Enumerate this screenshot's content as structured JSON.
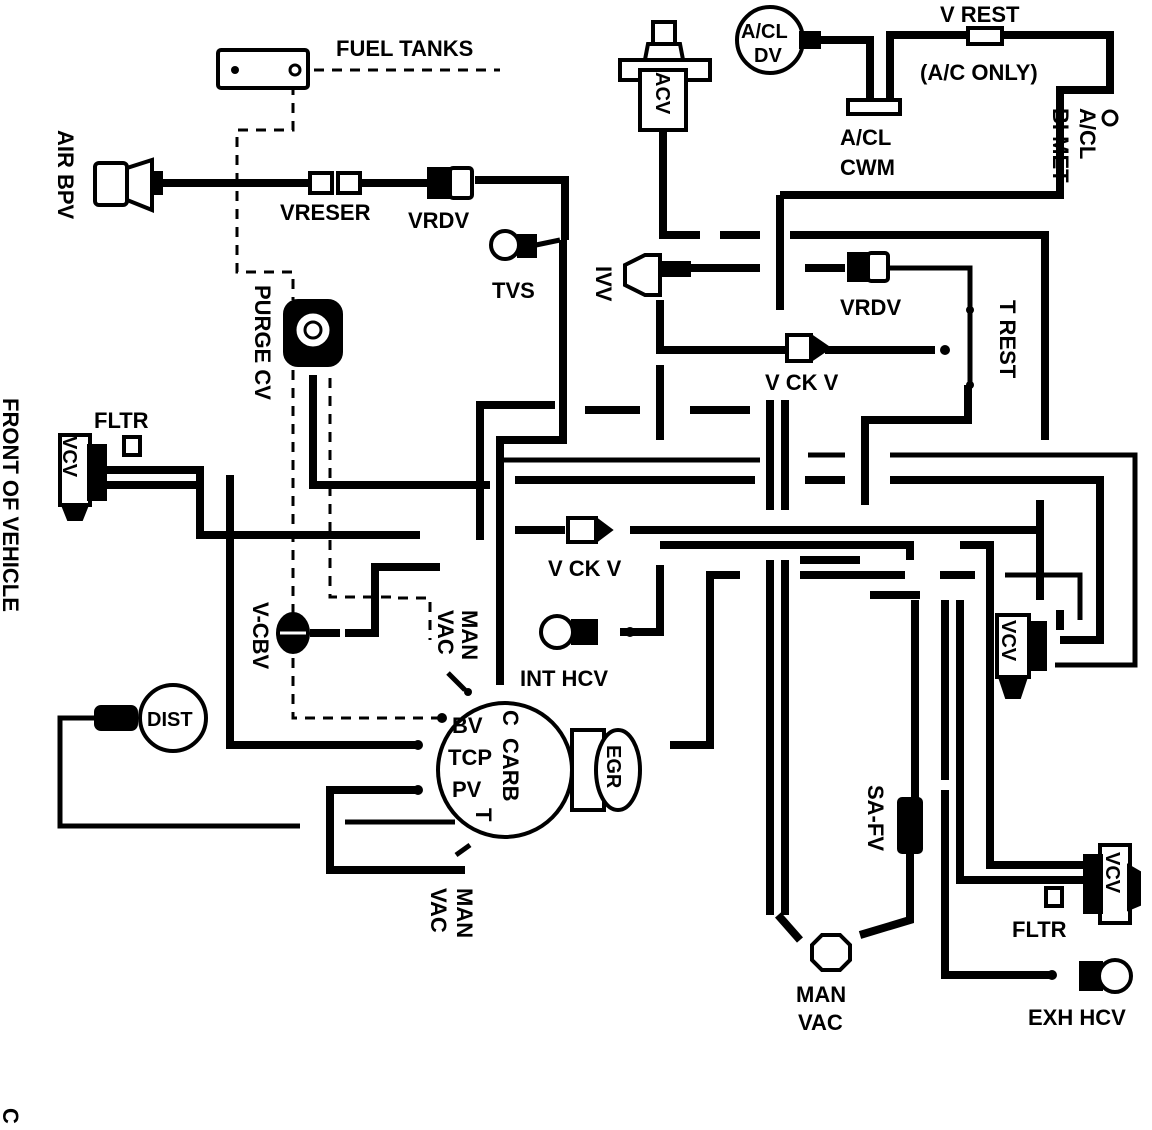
{
  "labels": {
    "fuel_tanks": "FUEL TANKS",
    "air_bpv": "AIR BPV",
    "vreser": "VRESER",
    "vrdv_left": "VRDV",
    "tvs": "TVS",
    "purge_cv": "PURGE CV",
    "front_of_vehicle": "FRONT OF VEHICLE",
    "fltr_left": "FLTR",
    "vcv_left": "VCV",
    "v_cbv": "V-CBV",
    "man_vac_top_1": "MAN",
    "man_vac_top_2": "VAC",
    "int_hcv": "INT HCV",
    "dist": "DIST",
    "carb_bv": "BV",
    "carb_c": "C",
    "carb_tcp": "TCP",
    "carb_carb": "CARB",
    "carb_pv": "PV",
    "carb_t": "T",
    "egr": "EGR",
    "man_vac_bottom_1": "MAN",
    "man_vac_bottom_2": "VAC",
    "v_ck_v_lower": "V CK V",
    "acv": "ACV",
    "ivv": "IVV",
    "v_ck_v_upper": "V CK V",
    "vrdv_right": "VRDV",
    "t_rest": "T REST",
    "acl_dv_1": "A/CL",
    "acl_dv_2": "DV",
    "v_rest": "V REST",
    "ac_only": "(A/C ONLY)",
    "acl_cwm_1": "A/CL",
    "acl_cwm_2": "CWM",
    "acl_bimet_1": "A/CL",
    "acl_bimet_2": "BI MET",
    "vcv_right_mid": "VCV",
    "sa_fv": "SA-FV",
    "man_vac_center_1": "MAN",
    "man_vac_center_2": "VAC",
    "vcv_right_bottom": "VCV",
    "fltr_right": "FLTR",
    "exh_hcv": "EXH HCV",
    "corner_letter": "C"
  }
}
